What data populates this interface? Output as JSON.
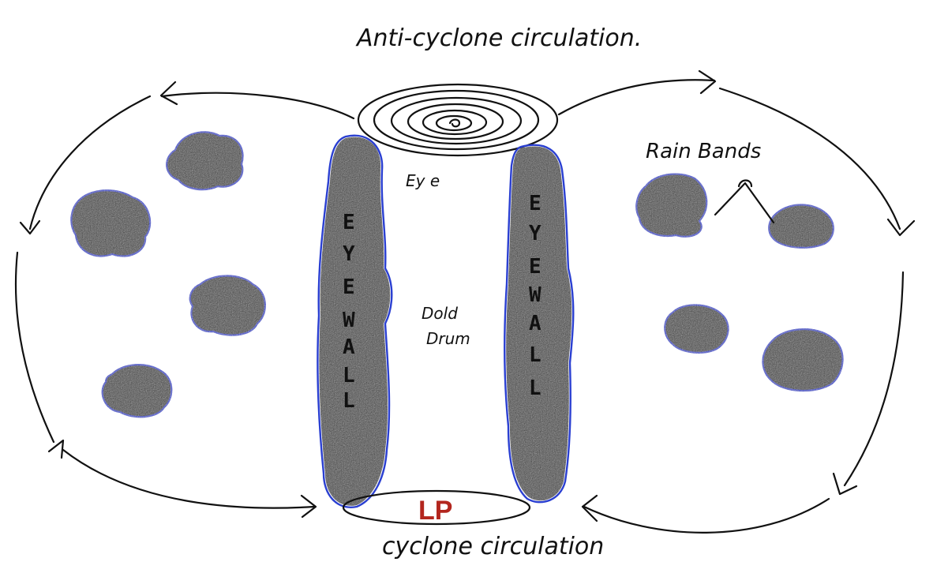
{
  "labels": {
    "top_title": "Anti-cyclone circulation.",
    "eye": "Ey e",
    "rain_bands": "Rain Bands",
    "center_line1": "Dold",
    "center_line2": "Drum",
    "low_pressure": "LP",
    "bottom_title": "cyclone circulation"
  },
  "eyewall_left_letters": [
    "E",
    "Y",
    "E",
    "W",
    "A",
    "L",
    "L"
  ],
  "eyewall_right_letters": [
    "E",
    "Y",
    "E",
    "W",
    "A",
    "L",
    "L"
  ],
  "colors": {
    "ink": "#111111",
    "cloud_outline": "#2a3fd1",
    "cloud_fill": "#3a3a3a",
    "lp_red": "#b3261e",
    "background": "#ffffff"
  }
}
